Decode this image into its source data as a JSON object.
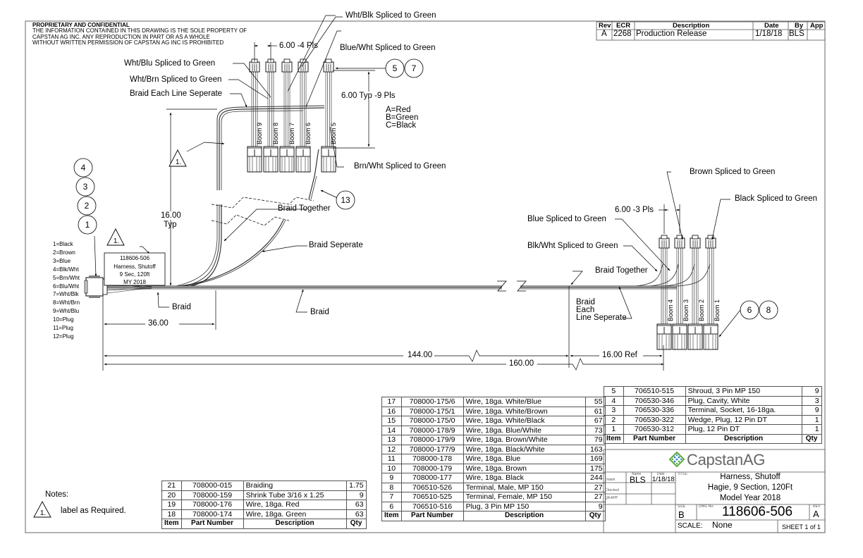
{
  "proprietary": {
    "heading": "PROPRIETARY AND CONFIDENTIAL",
    "lines": [
      "THE INFORMATION CONTAINED IN THIS DRAWING IS THE SOLE PROPERTY OF",
      "CAPSTAN AG INC. ANY REPRODUCTION IN PART OR AS A WHOLE",
      "WITHOUT WRITTEN PERMISSION OF CAPSTAN AG INC IS PROHIBITED"
    ]
  },
  "revision_block": {
    "headers": [
      "Rev",
      "ECR",
      "Description",
      "Date",
      "By",
      "App"
    ],
    "rows": [
      {
        "rev": "A",
        "ecr": "2268",
        "description": "Production Release",
        "date": "1/18/18",
        "by": "BLS",
        "app": ""
      }
    ]
  },
  "callouts": {
    "wht_blk": "Wht/Blk Spliced to Green",
    "blue_wht": "Blue/Wht Spliced to Green",
    "wht_blu": "Wht/Blu Spliced to Green",
    "wht_brn": "Wht/Brn Spliced to Green",
    "braid_each_line_top": "Braid Each Line Seperate",
    "brn_wht": "Brn/Wht Spliced to Green",
    "brown": "Brown Spliced to Green",
    "black": "Black Spliced to Green",
    "blue": "Blue Spliced to Green",
    "blk_wht": "Blk/Wht Spliced to Green",
    "braid_together_left": "Braid Together",
    "braid_together_right": "Braid Together",
    "braid_seperate": "Braid Seperate",
    "braid_left": "Braid",
    "braid_mid": "Braid",
    "braid_each_right": [
      "Braid",
      "Each",
      "Line Seperate"
    ]
  },
  "dimensions": {
    "spacing_top": "6.00 -4 Pls",
    "typ_9": "6.00 Typ -9 Pls",
    "vertical_16": [
      "16.00",
      "Typ"
    ],
    "left_36": "36.00",
    "d144": "144.00",
    "d160": "160.00",
    "ref16": "16.00 Ref",
    "spacing_right": "6.00 -3 Pls"
  },
  "pin_legend_abc": [
    "A=Red",
    "B=Green",
    "C=Black"
  ],
  "pin_legend": [
    "1=Black",
    "2=Brown",
    "3=Blue",
    "4=Blk/Wht",
    "5=Brn/Wht",
    "6=Blu/Wht",
    "7=Wht/Blk",
    "8=Wht/Brn",
    "9=Wht/Blu",
    "10=Plug",
    "11=Plug",
    "12=Plug"
  ],
  "balloons": {
    "stack_left": [
      "4",
      "3",
      "2",
      "1"
    ],
    "top_right": [
      "5",
      "7"
    ],
    "right": [
      "6",
      "8"
    ],
    "cable": "13"
  },
  "label_flag": "1.",
  "label_box": [
    "118606-506",
    "Harness, Shutoff",
    "9 Sec, 120ft",
    "MY 2018"
  ],
  "boom_labels_top": [
    "Boom 9",
    "Boom 8",
    "Boom 7",
    "Boom 6",
    "Boom 5"
  ],
  "boom_labels_right": [
    "Boom 4",
    "Boom 3",
    "Boom 2",
    "Boom 1"
  ],
  "notes": {
    "heading": "Notes:",
    "items": [
      {
        "flag": "1.",
        "text": "label as Required."
      }
    ]
  },
  "bom_headers": {
    "item": "Item",
    "part": "Part Number",
    "desc": "Description",
    "qty": "Qty"
  },
  "bom_left": [
    {
      "item": "21",
      "part": "708000-015",
      "desc": "Braiding",
      "qty": "1.75"
    },
    {
      "item": "20",
      "part": "708000-159",
      "desc": "Shrink Tube 3/16 x 1.25",
      "qty": "9"
    },
    {
      "item": "19",
      "part": "708000-176",
      "desc": "Wire, 18ga. Red",
      "qty": "63"
    },
    {
      "item": "18",
      "part": "708000-174",
      "desc": "Wire, 18ga. Green",
      "qty": "63"
    }
  ],
  "bom_middle": [
    {
      "item": "17",
      "part": "708000-175/6",
      "desc": "Wire, 18ga. White/Blue",
      "qty": "55"
    },
    {
      "item": "16",
      "part": "708000-175/1",
      "desc": "Wire, 18ga. White/Brown",
      "qty": "61"
    },
    {
      "item": "15",
      "part": "708000-175/0",
      "desc": "Wire, 18ga. White/Black",
      "qty": "67"
    },
    {
      "item": "14",
      "part": "708000-178/9",
      "desc": "Wire, 18ga. Blue/White",
      "qty": "73"
    },
    {
      "item": "13",
      "part": "708000-179/9",
      "desc": "Wire, 18ga. Brown/White",
      "qty": "79"
    },
    {
      "item": "12",
      "part": "708000-177/9",
      "desc": "Wire, 18ga. Black/White",
      "qty": "163"
    },
    {
      "item": "11",
      "part": "708000-178",
      "desc": "Wire, 18ga. Blue",
      "qty": "169"
    },
    {
      "item": "10",
      "part": "708000-179",
      "desc": "Wire, 18ga. Brown",
      "qty": "175"
    },
    {
      "item": "9",
      "part": "708000-177",
      "desc": "Wire, 18ga. Black",
      "qty": "244"
    },
    {
      "item": "8",
      "part": "706510-526",
      "desc": "Terminal, Male, MP 150",
      "qty": "27"
    },
    {
      "item": "7",
      "part": "706510-525",
      "desc": "Terminal, Female, MP 150",
      "qty": "27"
    },
    {
      "item": "6",
      "part": "706510-516",
      "desc": "Plug, 3 Pin MP 150",
      "qty": "9"
    }
  ],
  "bom_right": [
    {
      "item": "5",
      "part": "706510-515",
      "desc": "Shroud, 3 Pin MP 150",
      "qty": "9"
    },
    {
      "item": "4",
      "part": "706530-346",
      "desc": "Plug, Cavity, White",
      "qty": "3"
    },
    {
      "item": "3",
      "part": "706530-336",
      "desc": "Terminal, Socket, 16-18ga.",
      "qty": "9"
    },
    {
      "item": "2",
      "part": "706530-322",
      "desc": "Wedge, Plug, 12 Pin DT",
      "qty": "1"
    },
    {
      "item": "1",
      "part": "706530-312",
      "desc": "Plug, 12 Pin DT",
      "qty": "1"
    }
  ],
  "title_block": {
    "logo_text": "CapstanAG",
    "brand_color": "#5aa83a",
    "logo_blue": "#2f7fc1",
    "name_header": "Name",
    "date_header": "Date",
    "rows": [
      {
        "label": "Drawn",
        "name": "BLS",
        "date": "1/18/18"
      },
      {
        "label": "Checked",
        "name": "",
        "date": ""
      },
      {
        "label": "QA APP",
        "name": "",
        "date": ""
      }
    ],
    "title_label": "TITLE:",
    "title_lines": [
      "Harness, Shutoff",
      "Hagie, 9 Section, 120Ft",
      "Model Year 2018"
    ],
    "size_label": "SIZE",
    "size": "B",
    "dwg_label": "DWG No:",
    "dwg_no": "118606-506",
    "rev_label": "REV",
    "rev": "A",
    "scale_label": "SCALE:",
    "scale": "None",
    "sheet": "SHEET 1 of 1"
  }
}
